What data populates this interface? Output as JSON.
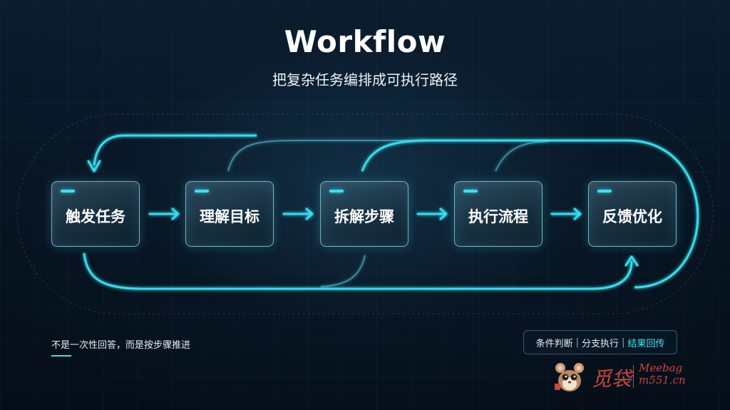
{
  "header": {
    "title": "Workflow",
    "subtitle": "把复杂任务编排成可执行路径"
  },
  "steps": [
    {
      "label": "触发任务"
    },
    {
      "label": "理解目标"
    },
    {
      "label": "拆解步骤"
    },
    {
      "label": "执行流程"
    },
    {
      "label": "反馈优化"
    }
  ],
  "footer": {
    "note": "不是一次性回答，而是按步骤推进",
    "tags": [
      "条件判断",
      "分支执行",
      "结果回传"
    ],
    "tag_separator": "|"
  },
  "watermark": {
    "cn": "觅袋",
    "en_line1": "Meebag",
    "en_line2": "m551.cn"
  },
  "colors": {
    "accent": "#3fe0ee",
    "background": "#07131f",
    "watermark": "#c9463f"
  }
}
